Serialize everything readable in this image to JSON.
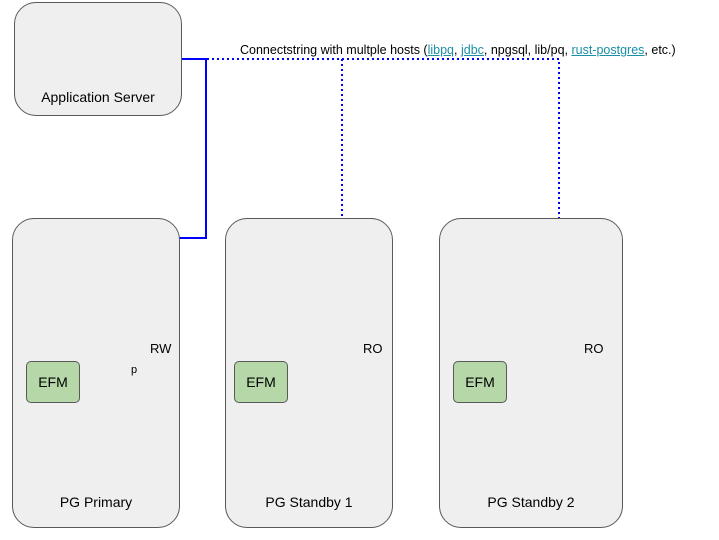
{
  "app_server": {
    "label": "Application Server"
  },
  "caption": {
    "prefix": "Connectstring with multple hosts (",
    "links": [
      "libpq",
      "jdbc"
    ],
    "sep1": ", ",
    "sep2": ", ",
    "mid": ", npgsql, lib/pq, ",
    "link3": "rust-postgres",
    "suffix": ", etc.)"
  },
  "nodes": [
    {
      "name": "PG Primary",
      "efm": "EFM",
      "role": "RW",
      "db_letter": "p"
    },
    {
      "name": "PG Standby 1",
      "efm": "EFM",
      "role": "RO"
    },
    {
      "name": "PG Standby 2",
      "efm": "EFM",
      "role": "RO"
    }
  ],
  "colors": {
    "box_fill": "#efefef",
    "efm_fill": "#b6d7a8",
    "db_top": "#6d9eeb",
    "db_body": "#c9daf8",
    "connection": "#0000ff",
    "link": "#1b8fa6"
  }
}
